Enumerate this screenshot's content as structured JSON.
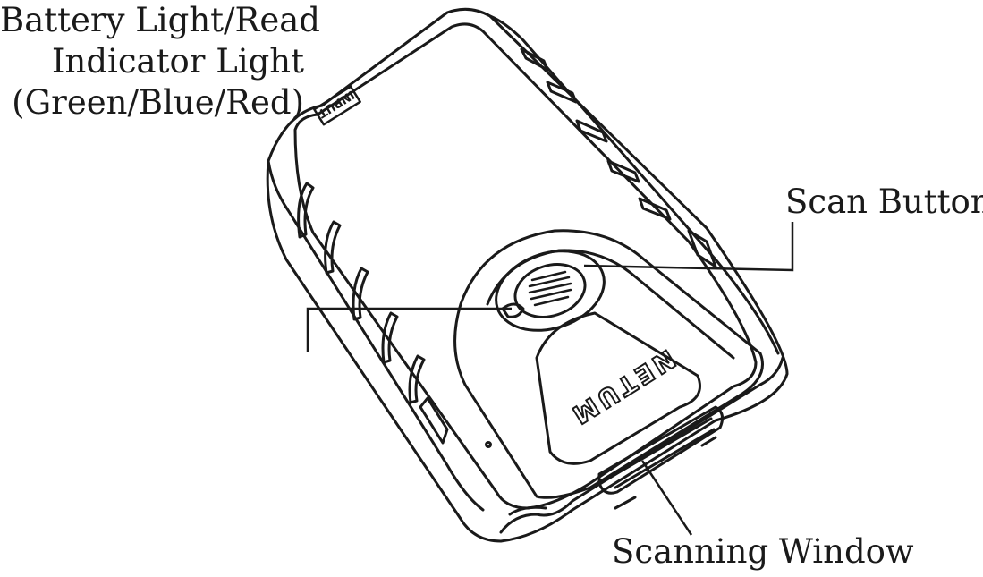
{
  "labels": {
    "scan_button": "Scan Button",
    "battery_light_line1": "Battery Light/Read",
    "battery_light_line2": "Indicator Light",
    "battery_light_line3": "(Green/Blue/Red)",
    "scanning_window": "Scanning Window"
  },
  "device_markings": {
    "port_label": "INPUT",
    "brand": "NETUM"
  },
  "colors": {
    "line": "#1a1a1a",
    "background": "#ffffff"
  }
}
